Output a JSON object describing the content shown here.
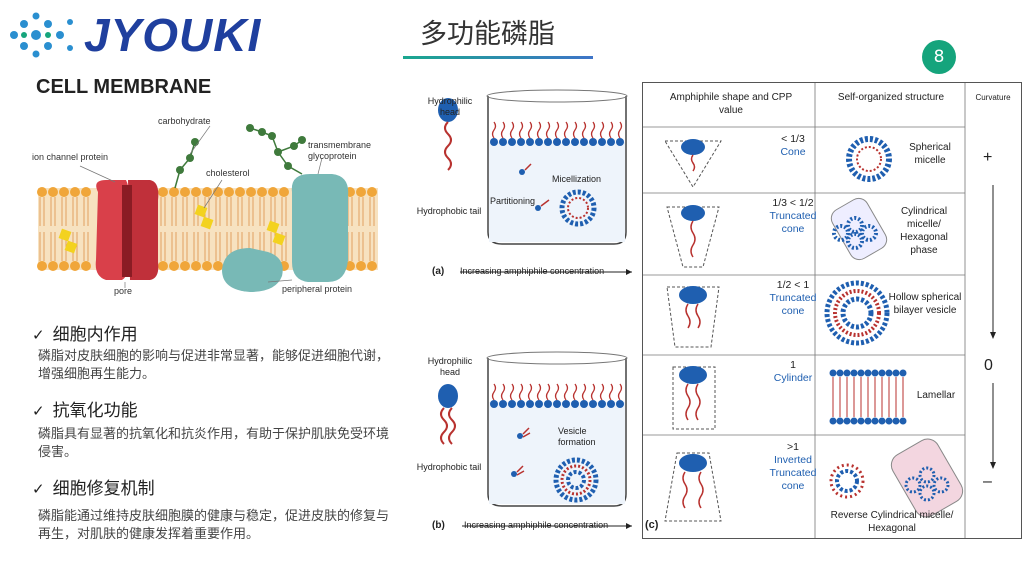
{
  "brand": {
    "name": "JYOUKI"
  },
  "page": {
    "title": "多功能磷脂",
    "number": "8"
  },
  "cell_diagram": {
    "title": "CELL MEMBRANE",
    "labels": {
      "carbohydrate": "carbohydrate",
      "ion_channel": "ion channel protein",
      "cholesterol": "cholesterol",
      "transmembrane": "transmembrane glycoprotein",
      "pore": "pore",
      "peripheral": "peripheral protein"
    }
  },
  "sections": [
    {
      "heading": "细胞内作用",
      "text": "磷脂对皮肤细胞的影响与促进非常显著，能够促进细胞代谢，增强细胞再生能力。"
    },
    {
      "heading": "抗氧化功能",
      "text": "磷脂具有显著的抗氧化和抗炎作用，有助于保护肌肤免受环境侵害。"
    },
    {
      "heading": "细胞修复机制",
      "text": "磷脂能通过维持皮肤细胞膜的健康与稳定，促进皮肤的修复与再生，对肌肤的健康发挥着重要作用。"
    }
  ],
  "beaker_a": {
    "head_label": "Hydrophilic head",
    "tail_label": "Hydrophobic tail",
    "partition": "Partitioning",
    "process": "Micellization",
    "tag": "(a)",
    "axis": "Increasing amphiphile concentration"
  },
  "beaker_b": {
    "head_label": "Hydrophilic head",
    "tail_label": "Hydrophobic tail",
    "process": "Vesicle formation",
    "tag": "(b)",
    "axis": "Increasing amphiphile concentration"
  },
  "table": {
    "tag": "(c)",
    "headers": {
      "shape": "Amphiphile shape and CPP value",
      "structure": "Self-organized structure",
      "curvature": "Curvature"
    },
    "rows": [
      {
        "value": "< 1/3",
        "shape": "Cone",
        "structure": "Spherical micelle"
      },
      {
        "value": "1/3 < 1/2",
        "shape": "Truncated cone",
        "structure": "Cylindrical micelle/ Hexagonal phase"
      },
      {
        "value": "1/2 < 1",
        "shape": "Truncated cone",
        "structure": "Hollow spherical bilayer vesicle"
      },
      {
        "value": "1",
        "shape": "Cylinder",
        "structure": "Lamellar"
      },
      {
        "value": ">1",
        "shape": "Inverted Truncated cone",
        "structure": "Reverse Cylindrical micelle/ Hexagonal"
      }
    ],
    "curvature": {
      "plus": "+",
      "zero": "0",
      "minus": "–"
    }
  },
  "colors": {
    "head": "#1f5fb0",
    "tail": "#b8322f",
    "accent": "#15a47c",
    "brand": "#1f3f9e"
  }
}
